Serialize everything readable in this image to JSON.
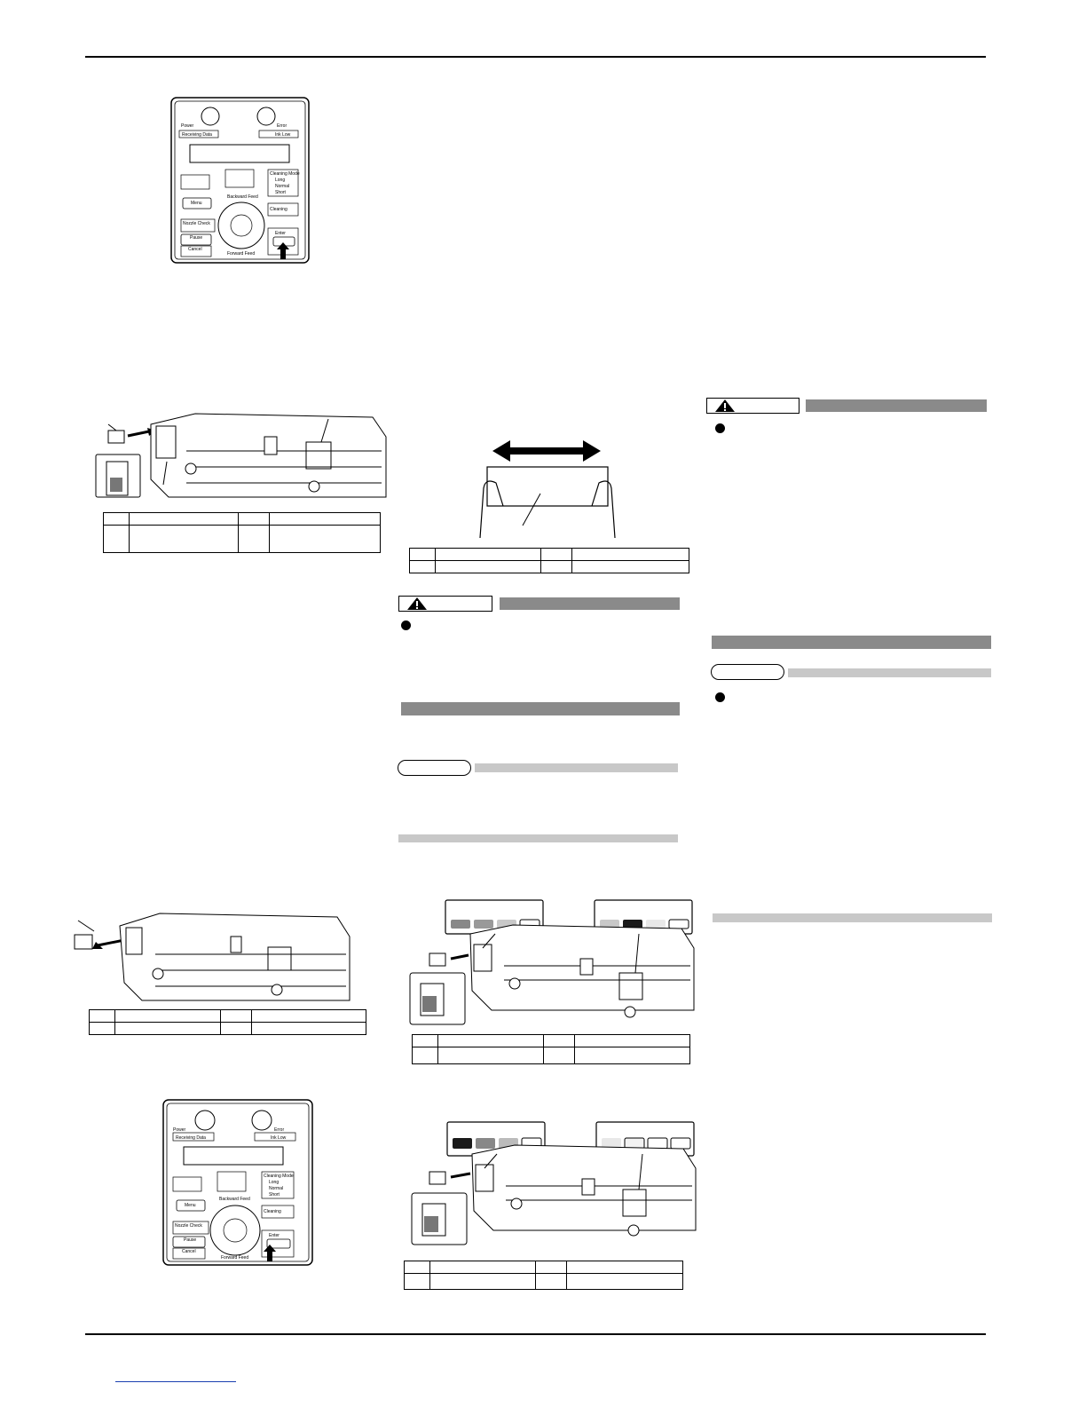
{
  "control_panel": {
    "power_label": "Power",
    "receiving_data_label": "Receiving Data",
    "error_label": "Error",
    "ink_low_label": "Ink Low",
    "cleaning_mode_label": "Cleaning Mode",
    "cleaning_long_label": "Long",
    "cleaning_normal_label": "Normal",
    "cleaning_short_label": "Short",
    "menu_label": "Menu",
    "nozzle_check_label": "Nozzle Check",
    "pause_label": "Pause",
    "cancel_label": "Cancel",
    "cleaning_label": "Cleaning",
    "enter_label": "Enter",
    "backward_feed_label": "Backward Feed",
    "forward_feed_label": "Forward Feed"
  },
  "panel_lower": {
    "power_label": "Power",
    "receiving_data_label": "Receiving Data",
    "error_label": "Error",
    "ink_low_label": "Ink Low",
    "cleaning_mode_label": "Cleaning Mode",
    "cleaning_long_label": "Long",
    "cleaning_normal_label": "Normal",
    "cleaning_short_label": "Short",
    "menu_label": "Menu",
    "nozzle_check_label": "Nozzle Check",
    "pause_label": "Pause",
    "cancel_label": "Cancel",
    "cleaning_label": "Cleaning",
    "enter_label": "Enter",
    "backward_feed_label": "Backward Feed",
    "forward_feed_label": "Forward Feed"
  },
  "colors": {
    "section_bar": "#8a8a8a",
    "note_bar": "#c8c8c8",
    "link": "#1a3fb0"
  },
  "icons": [
    "warning-triangle-icon",
    "double-arrow-icon",
    "bullet-icon",
    "arrow-up-icon"
  ]
}
